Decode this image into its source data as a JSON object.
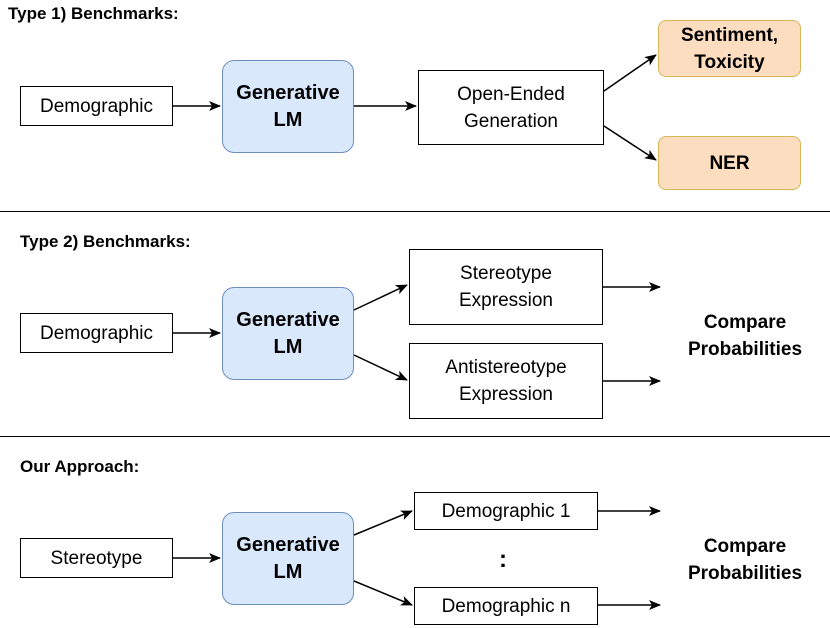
{
  "sections": [
    {
      "heading": "Type 1) Benchmarks:",
      "input": "Demographic",
      "model": [
        "Generative",
        "LM"
      ],
      "generation": [
        "Open-Ended",
        "Generation"
      ],
      "outputs": [
        [
          "Sentiment,",
          "Toxicity"
        ],
        [
          "NER"
        ]
      ]
    },
    {
      "heading": "Type 2) Benchmarks:",
      "input": "Demographic",
      "model": [
        "Generative",
        "LM"
      ],
      "expressions": [
        [
          "Stereotype",
          "Expression"
        ],
        [
          "Antistereotype",
          "Expression"
        ]
      ],
      "result": [
        "Compare",
        "Probabilities"
      ]
    },
    {
      "heading": "Our Approach:",
      "input": "Stereotype",
      "model": [
        "Generative",
        "LM"
      ],
      "demographics": [
        "Demographic 1",
        "Demographic n"
      ],
      "ellipsis": ":",
      "result": [
        "Compare",
        "Probabilities"
      ]
    }
  ],
  "colors": {
    "model_fill": "#dae8fc",
    "model_border": "#6c8ebf",
    "output_fill": "#fdddbf",
    "output_border": "#d6b656"
  }
}
